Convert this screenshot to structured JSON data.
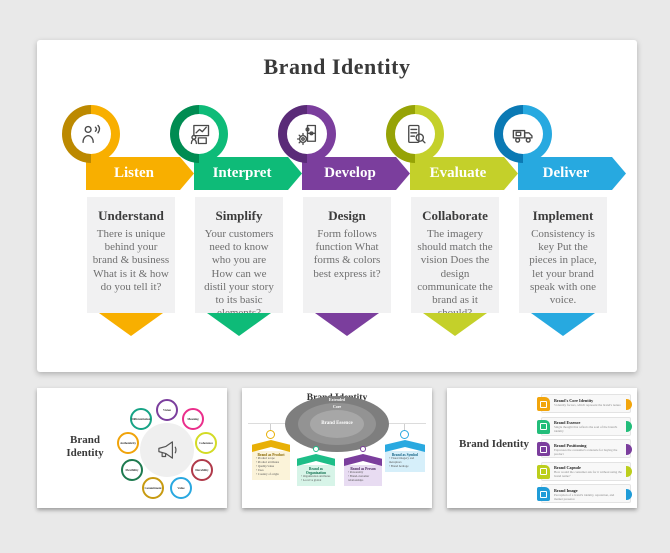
{
  "page": {
    "background": "#E9E9E9"
  },
  "main_slide": {
    "title": "Brand Identity",
    "steps": [
      {
        "label": "Listen",
        "card_title": "Understand",
        "card_body": "There is unique behind your brand & business What is it & how do you tell it?",
        "color": "#F8AF00",
        "dark_color": "#BC8900",
        "icon": "listen-person-icon"
      },
      {
        "label": "Interpret",
        "card_title": "Simplify",
        "card_body": "Your customers need to know who you are How can we distil your story to its basic elements?",
        "color": "#0EBB78",
        "dark_color": "#008C52",
        "icon": "presentation-chart-icon"
      },
      {
        "label": "Develop",
        "card_title": "Design",
        "card_body": "Form follows function What forms & colors best express it?",
        "color": "#7B3E9D",
        "dark_color": "#5A2B78",
        "icon": "puzzle-gear-icon"
      },
      {
        "label": "Evaluate",
        "card_title": "Collaborate",
        "card_body": "The imagery should match the vision Does the design communicate the brand as it should?",
        "color": "#C4D02A",
        "dark_color": "#96A306",
        "icon": "checklist-magnifier-icon"
      },
      {
        "label": "Deliver",
        "card_title": "Implement",
        "card_body": "Consistency is key Put the pieces in place, let your brand speak with one voice.",
        "color": "#27A9E0",
        "dark_color": "#0A79B4",
        "icon": "delivery-truck-icon"
      }
    ]
  },
  "thumbnails": [
    {
      "title": "Brand Identity",
      "hub_icon": "megaphone-icon",
      "items": [
        {
          "label": "Vision",
          "color": "#7B3E9D"
        },
        {
          "label": "Meaning",
          "color": "#EA2E8B"
        },
        {
          "label": "Coherence",
          "color": "#D3DB26"
        },
        {
          "label": "Durability",
          "color": "#B03A4A"
        },
        {
          "label": "Value",
          "color": "#29A8E0"
        },
        {
          "label": "Commitment",
          "color": "#C79A10"
        },
        {
          "label": "Flexibility",
          "color": "#1E7A4F"
        },
        {
          "label": "Authenticity",
          "color": "#F0A30A"
        },
        {
          "label": "Differentiation",
          "color": "#16A385"
        }
      ]
    },
    {
      "title": "Brand Identity",
      "center": {
        "outer": "Extended",
        "mid": "Core",
        "inner": "Brand Essence"
      },
      "cards": [
        {
          "title": "Brand as Product",
          "color": "#E8B007",
          "tint": "#FBF3D9",
          "bullets": [
            "Product scope",
            "Product attributes",
            "Quality/value",
            "Uses",
            "Country of origin"
          ]
        },
        {
          "title": "Brand as Organization",
          "color": "#1DBE88",
          "tint": "#D7F4E8",
          "bullets": [
            "Organization attributes",
            "Local vs global"
          ]
        },
        {
          "title": "Brand as Person",
          "color": "#7B3E9D",
          "tint": "#E8DCF2",
          "bullets": [
            "Personality",
            "Brand-customer relationships"
          ]
        },
        {
          "title": "Brand as Symbol",
          "color": "#2AA9E0",
          "tint": "#D6EFFA",
          "bullets": [
            "Visual imagery and metaphors",
            "Brand heritage"
          ]
        }
      ]
    },
    {
      "title": "Brand Identity",
      "rows": [
        {
          "title": "Brand's Core Identity",
          "desc": "5 identity factors, which represent the brand's nature",
          "color": "#F2A50C"
        },
        {
          "title": "Brand Essence",
          "desc": "Single thought that reflects the soul of the brand's identity",
          "color": "#22BD7A"
        },
        {
          "title": "Brand Positioning",
          "desc": "Expresses the consumer's rationale for buying the product",
          "color": "#7B3E9D"
        },
        {
          "title": "Brand Capsule",
          "desc": "How would the consumer ask for it without using the brand name?",
          "color": "#BCCE1C"
        },
        {
          "title": "Brand Image",
          "desc": "Perception of a brand's identity, reputation, and market presence",
          "color": "#1F9CD8"
        }
      ]
    }
  ]
}
